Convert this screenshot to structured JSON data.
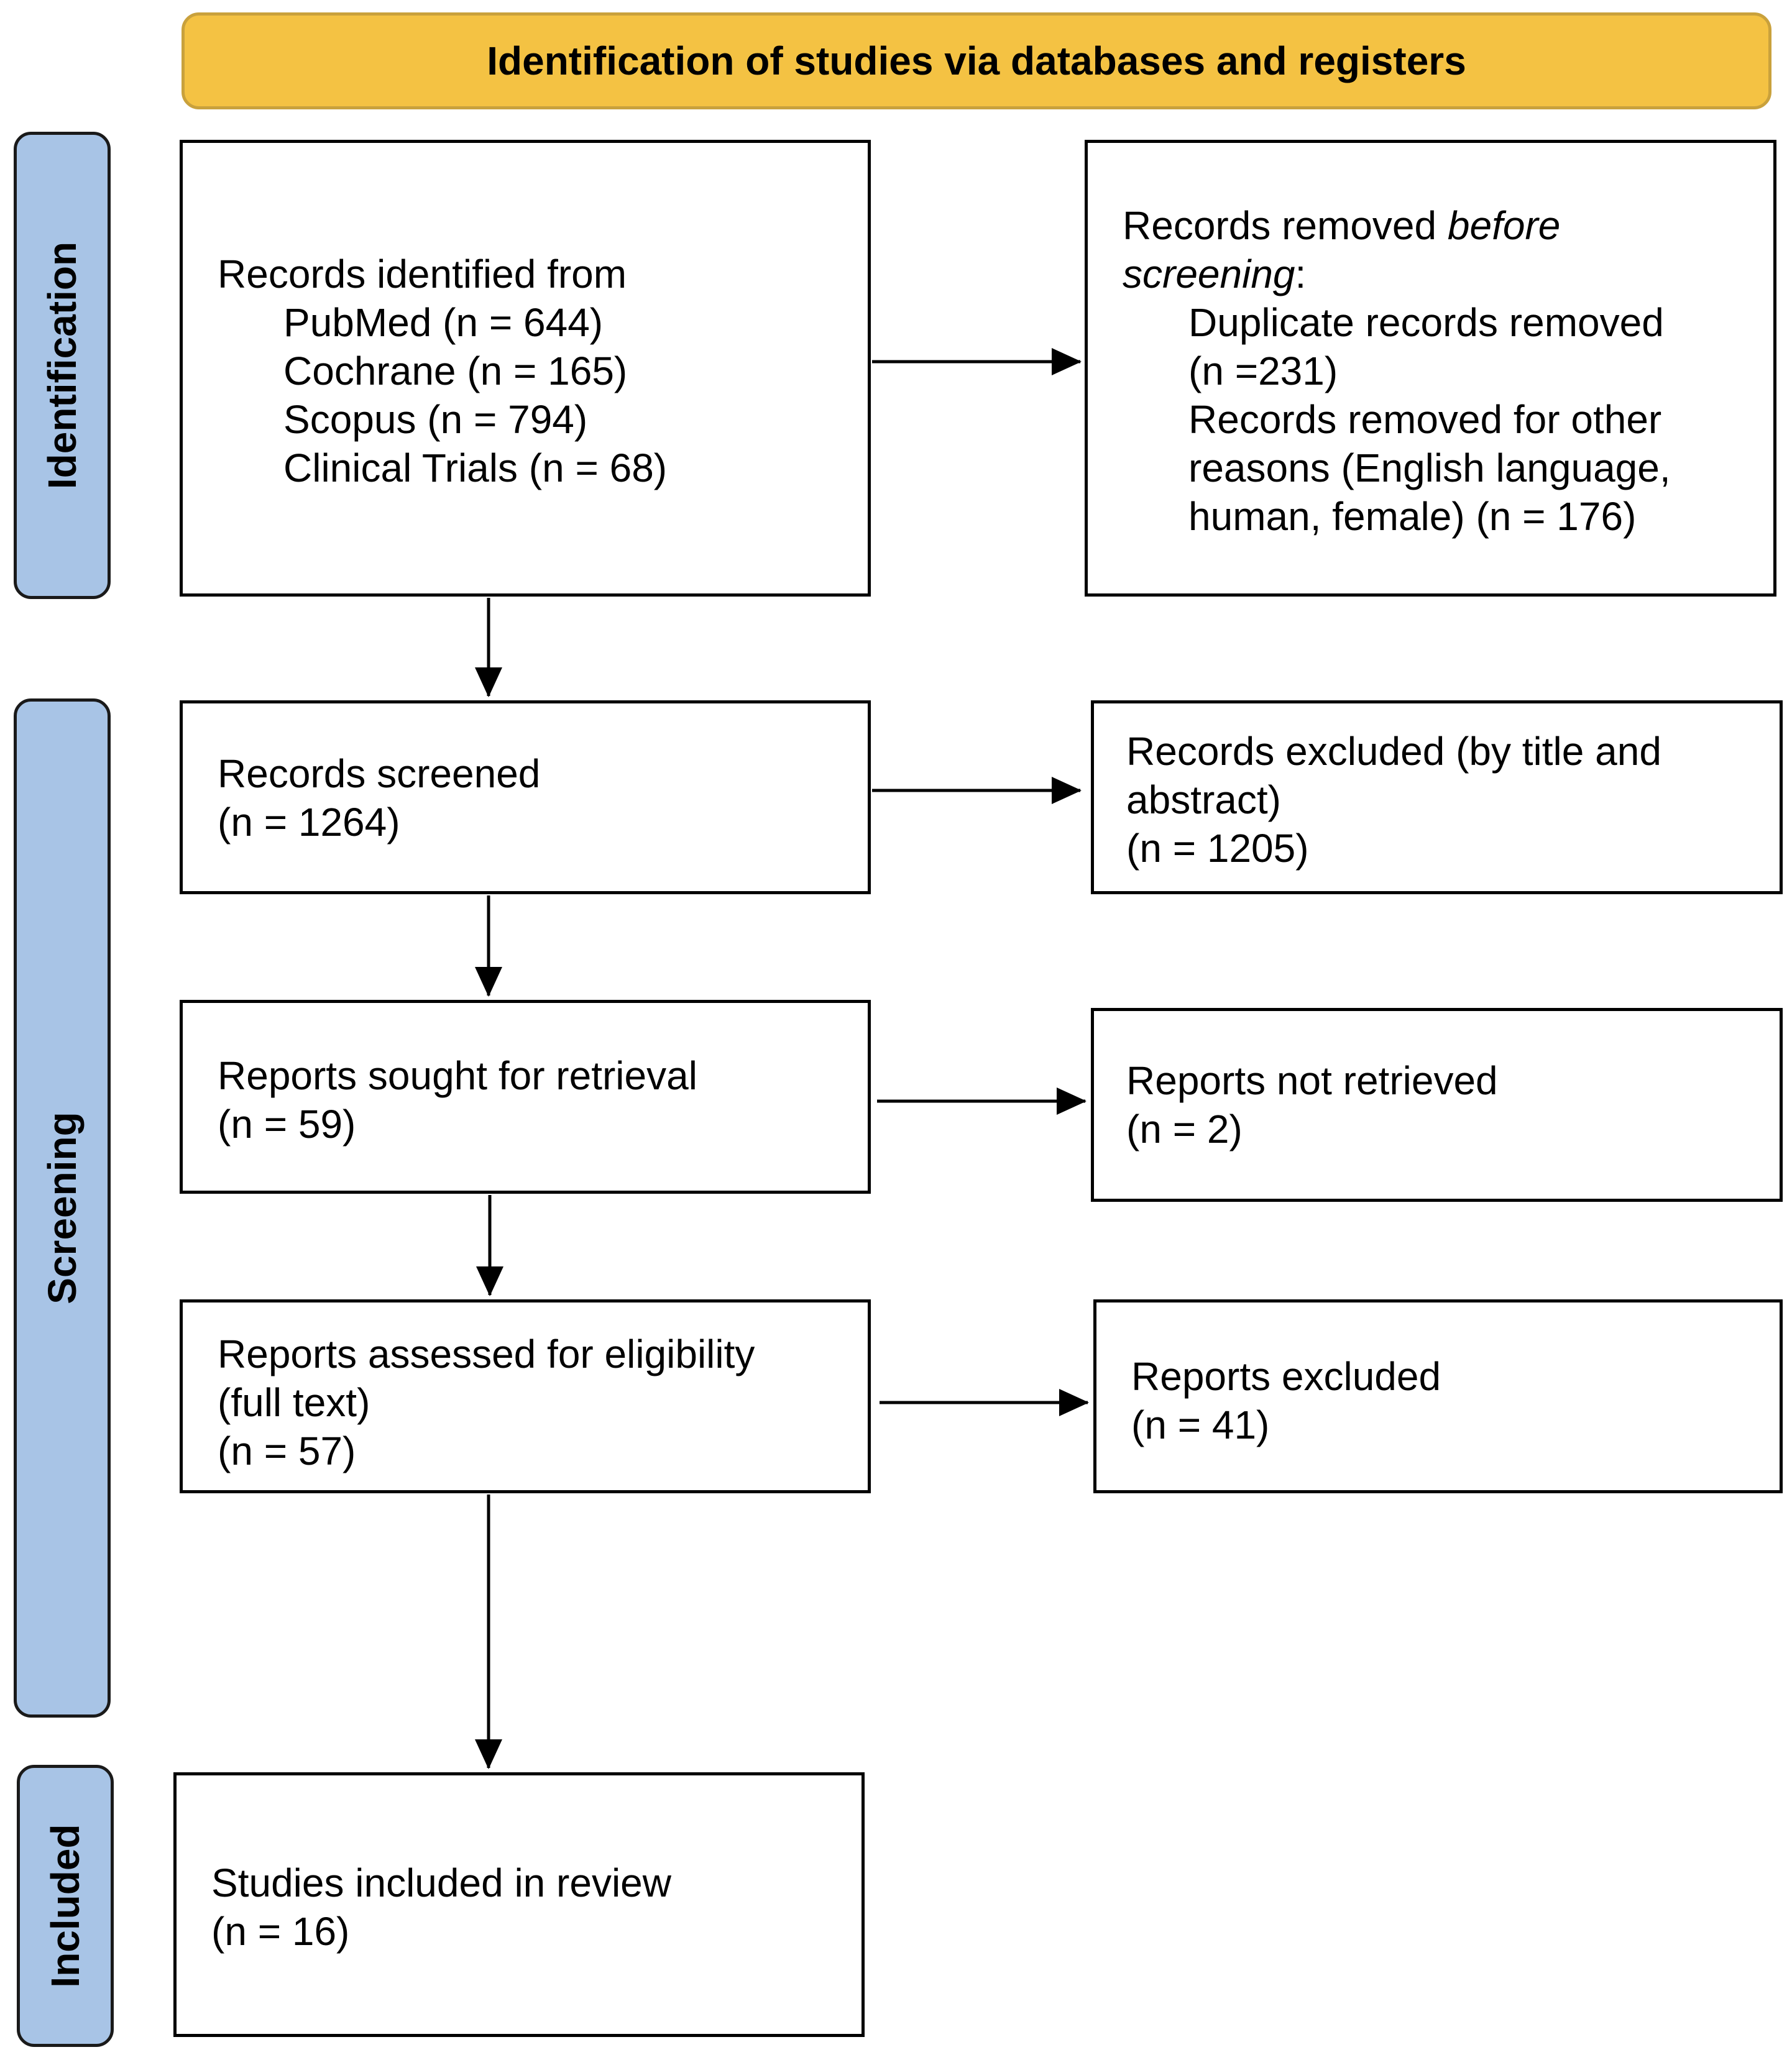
{
  "header": {
    "title": "Identification of studies via databases and registers"
  },
  "stages": {
    "identification": "Identification",
    "screening": "Screening",
    "included": "Included"
  },
  "records_identified": {
    "title": "Records identified from",
    "pubmed": "PubMed (n = 644)",
    "cochrane": "Cochrane (n = 165)",
    "scopus": "Scopus (n = 794)",
    "clinical_trials": "Clinical Trials (n = 68)"
  },
  "records_removed": {
    "title_prefix": "Records removed ",
    "title_em1": "before",
    "title_em2": "screening",
    "title_suffix": ":",
    "duplicates_line1": "Duplicate records removed",
    "duplicates_line2": "(n =231)",
    "other_line1": "Records removed for other",
    "other_line2": "reasons (English language,",
    "other_line3": "human, female) (n = 176)"
  },
  "records_screened": {
    "line1": "Records screened",
    "line2": "(n = 1264)"
  },
  "records_excluded": {
    "line1": "Records excluded (by title and",
    "line2": "abstract)",
    "line3": "(n = 1205)"
  },
  "reports_sought": {
    "line1": "Reports sought for retrieval",
    "line2": "(n = 59)"
  },
  "reports_not_retrieved": {
    "line1": "Reports not retrieved",
    "line2": "(n = 2)"
  },
  "reports_assessed": {
    "line1": "Reports assessed for eligibility",
    "line2": "(full text)",
    "line3": "(n = 57)"
  },
  "reports_excluded": {
    "line1": "Reports excluded",
    "line2": "(n = 41)"
  },
  "studies_included": {
    "line1": "Studies included in review",
    "line2": "(n = 16)"
  }
}
